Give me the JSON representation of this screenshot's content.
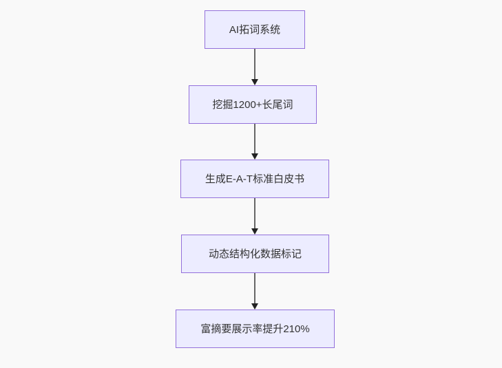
{
  "flowchart": {
    "type": "flowchart-top-down",
    "background_color": "#f9f9f9",
    "node_fill_color": "#ECECFF",
    "node_border_color": "#9370DB",
    "node_text_color": "#333333",
    "arrow_line_color": "#666666",
    "arrow_head_color": "#222222",
    "nodes": [
      {
        "label": "AI拓词系统"
      },
      {
        "label": "挖掘1200+长尾词"
      },
      {
        "label": "生成E-A-T标准白皮书"
      },
      {
        "label": "动态结构化数据标记"
      },
      {
        "label": "富摘要展示率提升210%"
      }
    ],
    "edges": [
      {
        "from": 0,
        "to": 1
      },
      {
        "from": 1,
        "to": 2
      },
      {
        "from": 2,
        "to": 3
      },
      {
        "from": 3,
        "to": 4
      }
    ]
  }
}
